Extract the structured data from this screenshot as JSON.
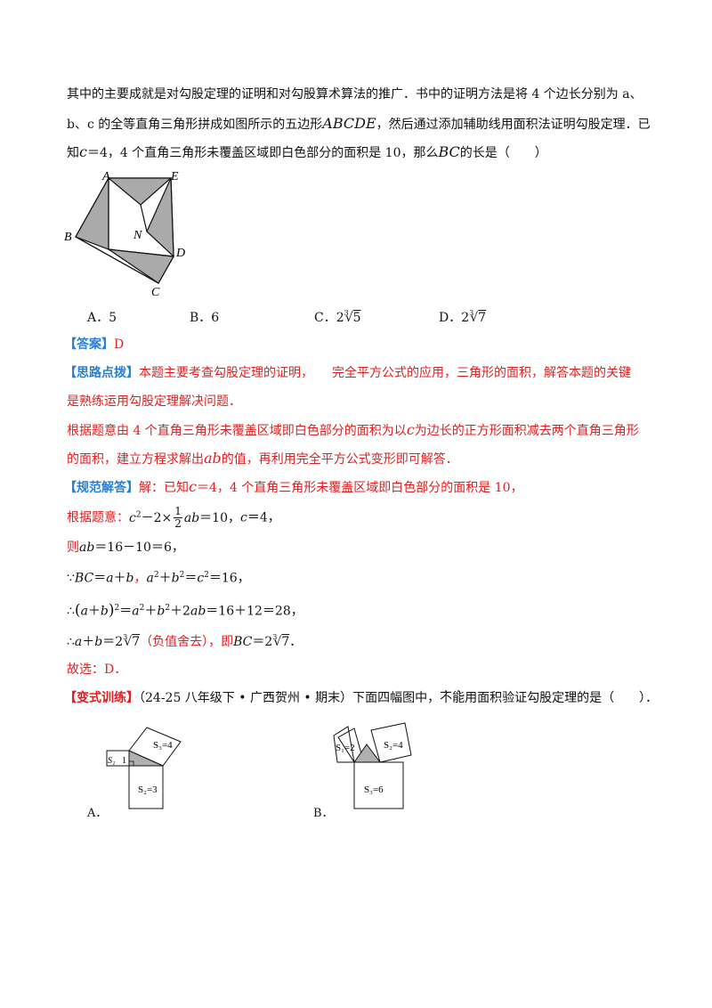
{
  "problem": {
    "line1": "其中的主要成就是对勾股定理的证明和对勾股算术算法的推广．书中的证明方法是将 4 个边长分别为 a、",
    "line2a": "b、c 的全等直角三角形拼成如图所示的五边形",
    "line2b": "ABCDE",
    "line2c": "，然后通过添加辅助线用面积法证明勾股定理．已",
    "line3a": "知",
    "line3b": "c",
    "line3c": "＝4，4 个直角三角形未覆盖区域即白色部分的面积是 10，那么",
    "line3d": "BC",
    "line3e": "的长是（　　）"
  },
  "figure1": {
    "A": "A",
    "B": "B",
    "C": "C",
    "D": "D",
    "E": "E",
    "N": "N"
  },
  "options": [
    {
      "label": "A．5"
    },
    {
      "label": "B．6"
    },
    {
      "label": "C．2",
      "root": "5"
    },
    {
      "label": "D．2",
      "root": "7"
    }
  ],
  "answer": {
    "tag": "【答案】",
    "value": "D"
  },
  "analysis": {
    "tag": "【思路点拨】",
    "text1": "本题主要考查勾股定理的证明，　　完全平方公式的应用，三角形的面积，解答本题的关键",
    "text2": "是熟练运用勾股定理解决问题．",
    "text3a": "根据题意由 4 个直角三角形未覆盖区域即白色部分的面积为以",
    "text3b": "c",
    "text3c": "为边长的正方形面积减去两个直角三角形",
    "text4a": "的面积，建立方程求解出",
    "text4b": "ab",
    "text4c": "的值，再利用完全平方公式变形即可解答．"
  },
  "solution": {
    "tag": "【规范解答】",
    "s1a": "解：已知",
    "s1b": "c",
    "s1c": "＝4，4 个直角三角形未覆盖区域即白色部分的面积是 10，",
    "s2a": "根据题意：",
    "s2b": "c",
    "s2c": "2",
    "s2d": "－2×",
    "s2num": "1",
    "s2den": "2",
    "s2e": "ab",
    "s2f": "＝10，",
    "s2g": "c",
    "s2h": "＝4，",
    "s3a": "则",
    "s3b": "ab",
    "s3c": "＝16－10＝6，",
    "s4a": "∵",
    "s4b": "BC",
    "s4c": "＝",
    "s4d": "a",
    "s4e": "＋",
    "s4f": "b",
    "s4g": "，",
    "s4h": "a",
    "s4i": "2",
    "s4j": "＋",
    "s4k": "b",
    "s4l": "2",
    "s4m": "＝",
    "s4n": "c",
    "s4o": "2",
    "s4p": "＝16，",
    "s5a": "∴",
    "s5b": "(",
    "s5c": "a",
    "s5d": "＋",
    "s5e": "b",
    "s5f": ")",
    "s5g": "2",
    "s5h": "＝",
    "s5i": "a",
    "s5j": "2",
    "s5k": "＋",
    "s5l": "b",
    "s5m": "2",
    "s5n": "＋2",
    "s5o": "ab",
    "s5p": "＝16＋12＝28，",
    "s6a": "∴",
    "s6b": "a",
    "s6c": "＋",
    "s6d": "b",
    "s6e": "＝2",
    "s6root": "7",
    "s6f": "（负值舍去），即",
    "s6g": "BC",
    "s6h": "＝2",
    "s6root2": "7",
    "s6i": "．",
    "s7": "故选：D．"
  },
  "variant": {
    "tag": "【变式训练】",
    "text_a": "（24-25 八年级下 • 广西贺州 • 期末）下面四幅图中，",
    "emph1": "不",
    "emph2": "能",
    "text_b": "用面积验证勾股定理的是（　　）．"
  },
  "figA": {
    "label": "A．",
    "s1": "S₁",
    "s1v": "1",
    "s2": "S₂=3",
    "s3": "S₃=4"
  },
  "figB": {
    "label": "B．",
    "s1": "S₁=2",
    "s2": "S₂=4",
    "s3": "S₃=6"
  }
}
